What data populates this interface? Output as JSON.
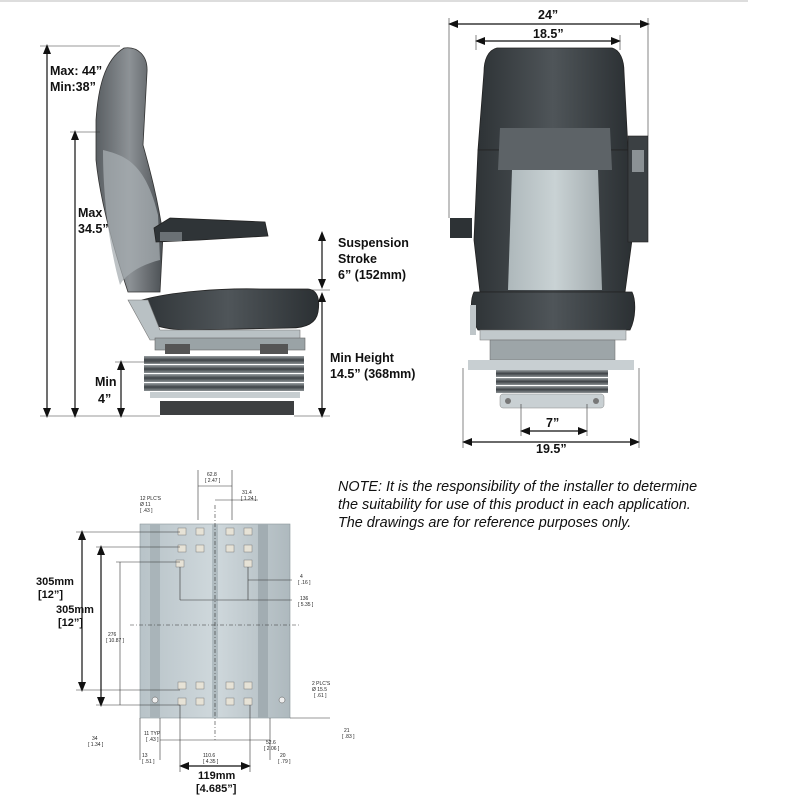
{
  "side_view": {
    "max_height": "Max: 44”",
    "min_height": "Min:38”",
    "max_seat": "Max",
    "max_seat_value": "34.5”",
    "min_label": "Min",
    "min_value": "4”",
    "suspension_stroke_1": "Suspension",
    "suspension_stroke_2": "Stroke",
    "suspension_stroke_3": "6” (152mm)",
    "min_height_label": "Min Height",
    "min_height_value": "14.5” (368mm)"
  },
  "front_view": {
    "overall_width": "24”",
    "back_width": "18.5”",
    "base_width": "19.5”",
    "mount_width": "7”"
  },
  "note": {
    "line1": "NOTE: It is the responsibility of the installer to determine",
    "line2": "the suitability for use of this product in each application.",
    "line3": "The drawings are for reference purposes only."
  },
  "plate": {
    "dim_305_outer": "305mm",
    "dim_12_outer": "[12”]",
    "dim_305_inner": "305mm",
    "dim_12_inner": "[12”]",
    "dim_119": "119mm",
    "dim_4685": "[4.685”]",
    "small": {
      "d1": "62.8",
      "d1b": "[ 2.47 ]",
      "d2": "31.4",
      "d2b": "[ 1.24 ]",
      "d3": "12 PLC'S",
      "d3b": "Ø 11",
      "d3c": "[ .43 ]",
      "d4": "4",
      "d4b": "[ .16 ]",
      "d5": "136",
      "d5b": "[ 5.35 ]",
      "d6": "276",
      "d6b": "[ 10.87 ]",
      "d7": "2 PLC'S",
      "d7b": "Ø 15.5",
      "d7c": "[ .61 ]",
      "d8": "34",
      "d8b": "[ 1.34 ]",
      "d9": "11 TYP",
      "d9b": "[ .43 ]",
      "d10": "52.6",
      "d10b": "[ 2.06 ]",
      "d11": "21",
      "d11b": "[ .83 ]",
      "d12": "13",
      "d12b": "[ .51 ]",
      "d13": "110.6",
      "d13b": "[ 4.35 ]",
      "d14": "20",
      "d14b": "[ .79 ]"
    }
  }
}
